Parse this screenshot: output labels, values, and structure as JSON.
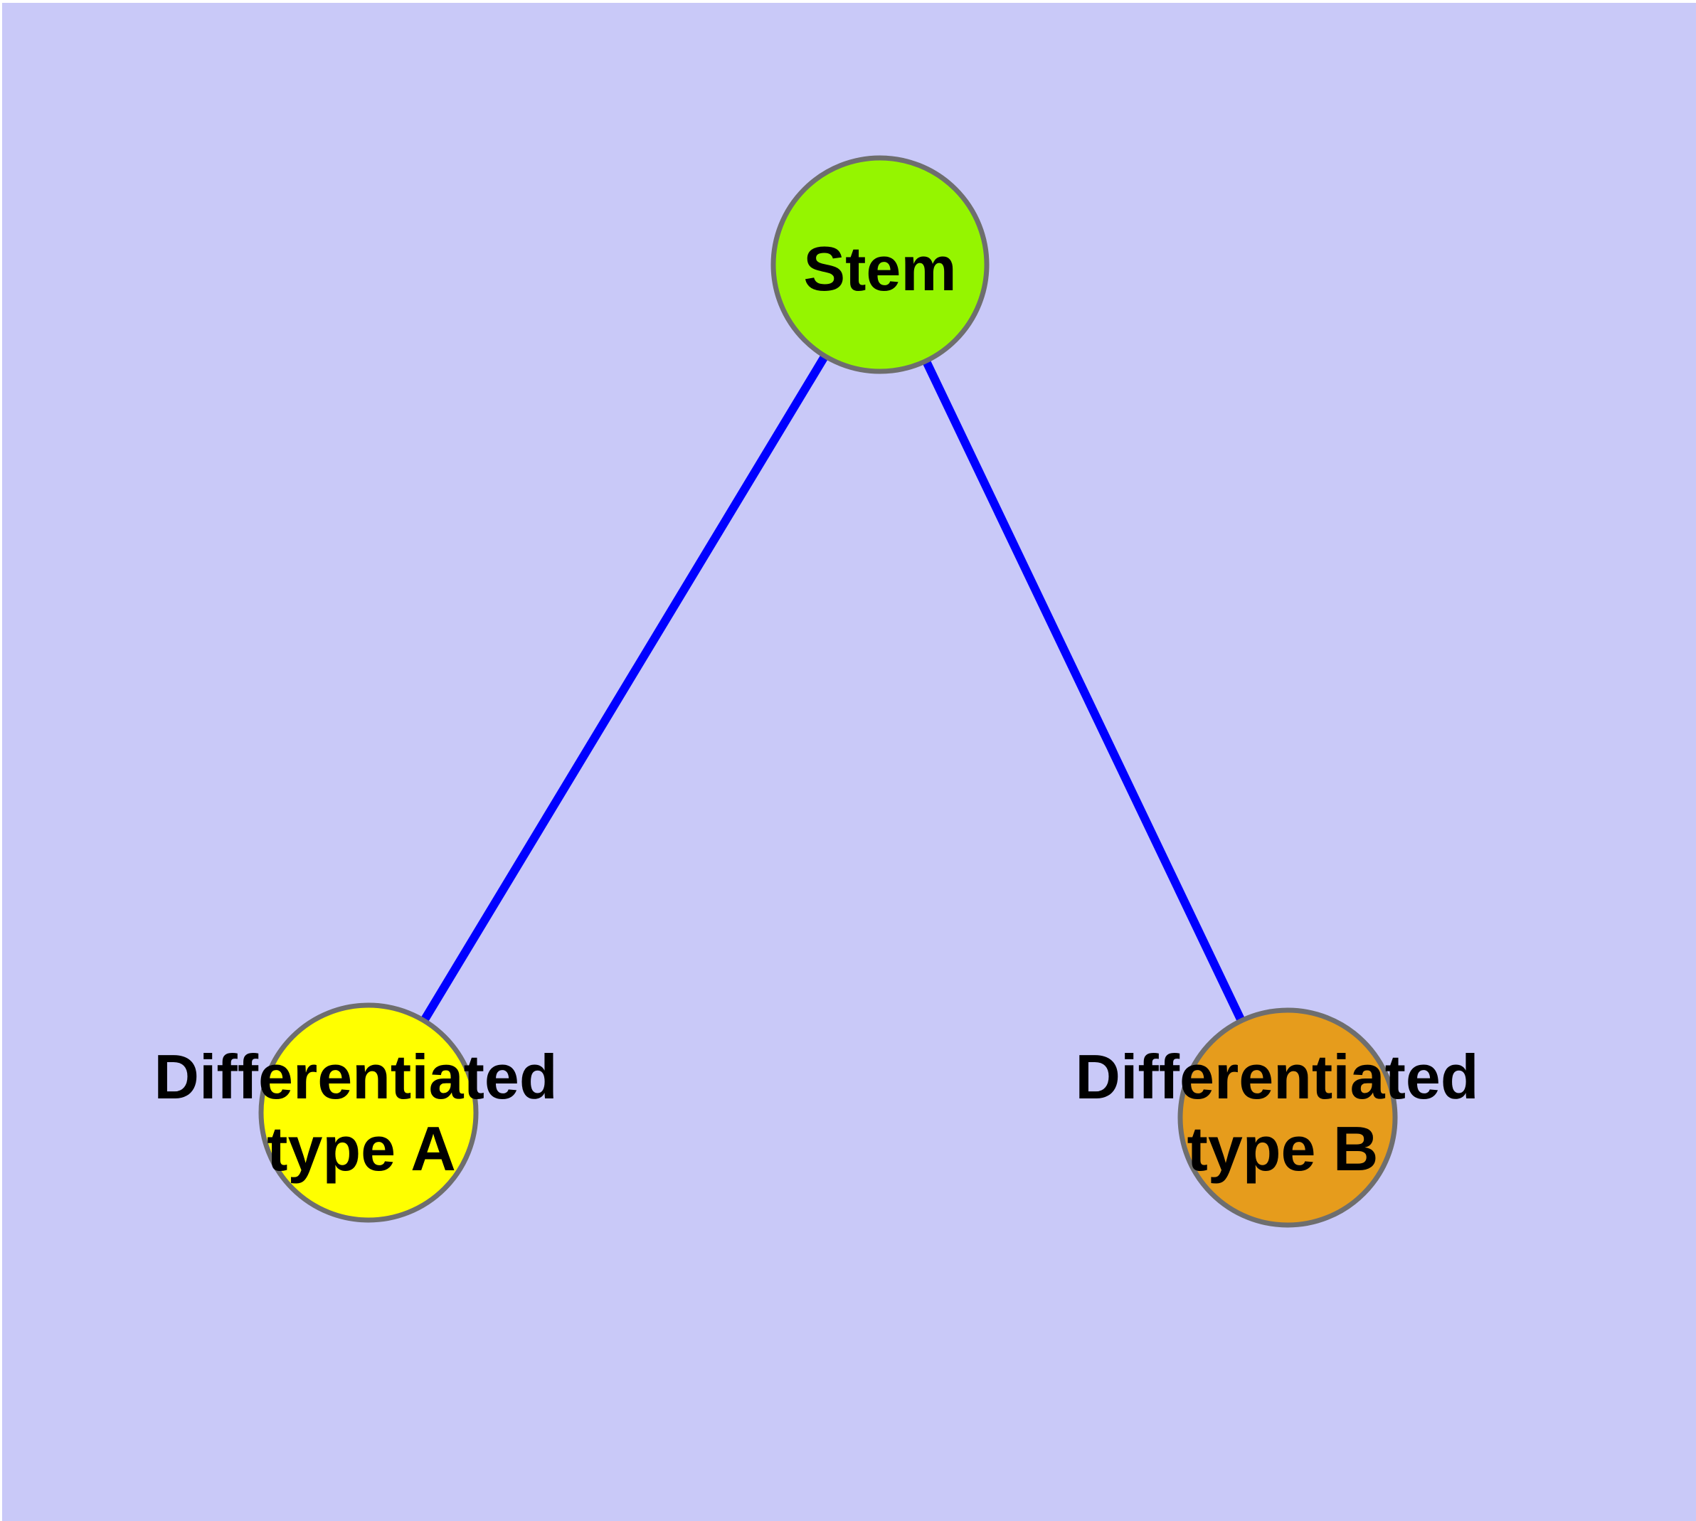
{
  "diagram": {
    "background_color": "#C9C9F8",
    "margin_color": "#FFFFFF",
    "node_border_color": "#6E6E6E",
    "edge_color": "#0000FF",
    "text_color": "#000000",
    "nodes": {
      "stem": {
        "label": "Stem",
        "color": "#95F500"
      },
      "differentiated_type_a": {
        "label_line1": "Differentiated",
        "label_line2": "type A",
        "label_full": "Differentiated type A",
        "color": "#FFFF00"
      },
      "differentiated_type_b": {
        "label_line1": "Differentiated",
        "label_line2": "type B",
        "label_full": "Differentiated type B",
        "color": "#E69C1C"
      }
    },
    "edges": [
      {
        "from": "Stem",
        "to": "Differentiated type A"
      },
      {
        "from": "Stem",
        "to": "Differentiated type B"
      }
    ]
  }
}
